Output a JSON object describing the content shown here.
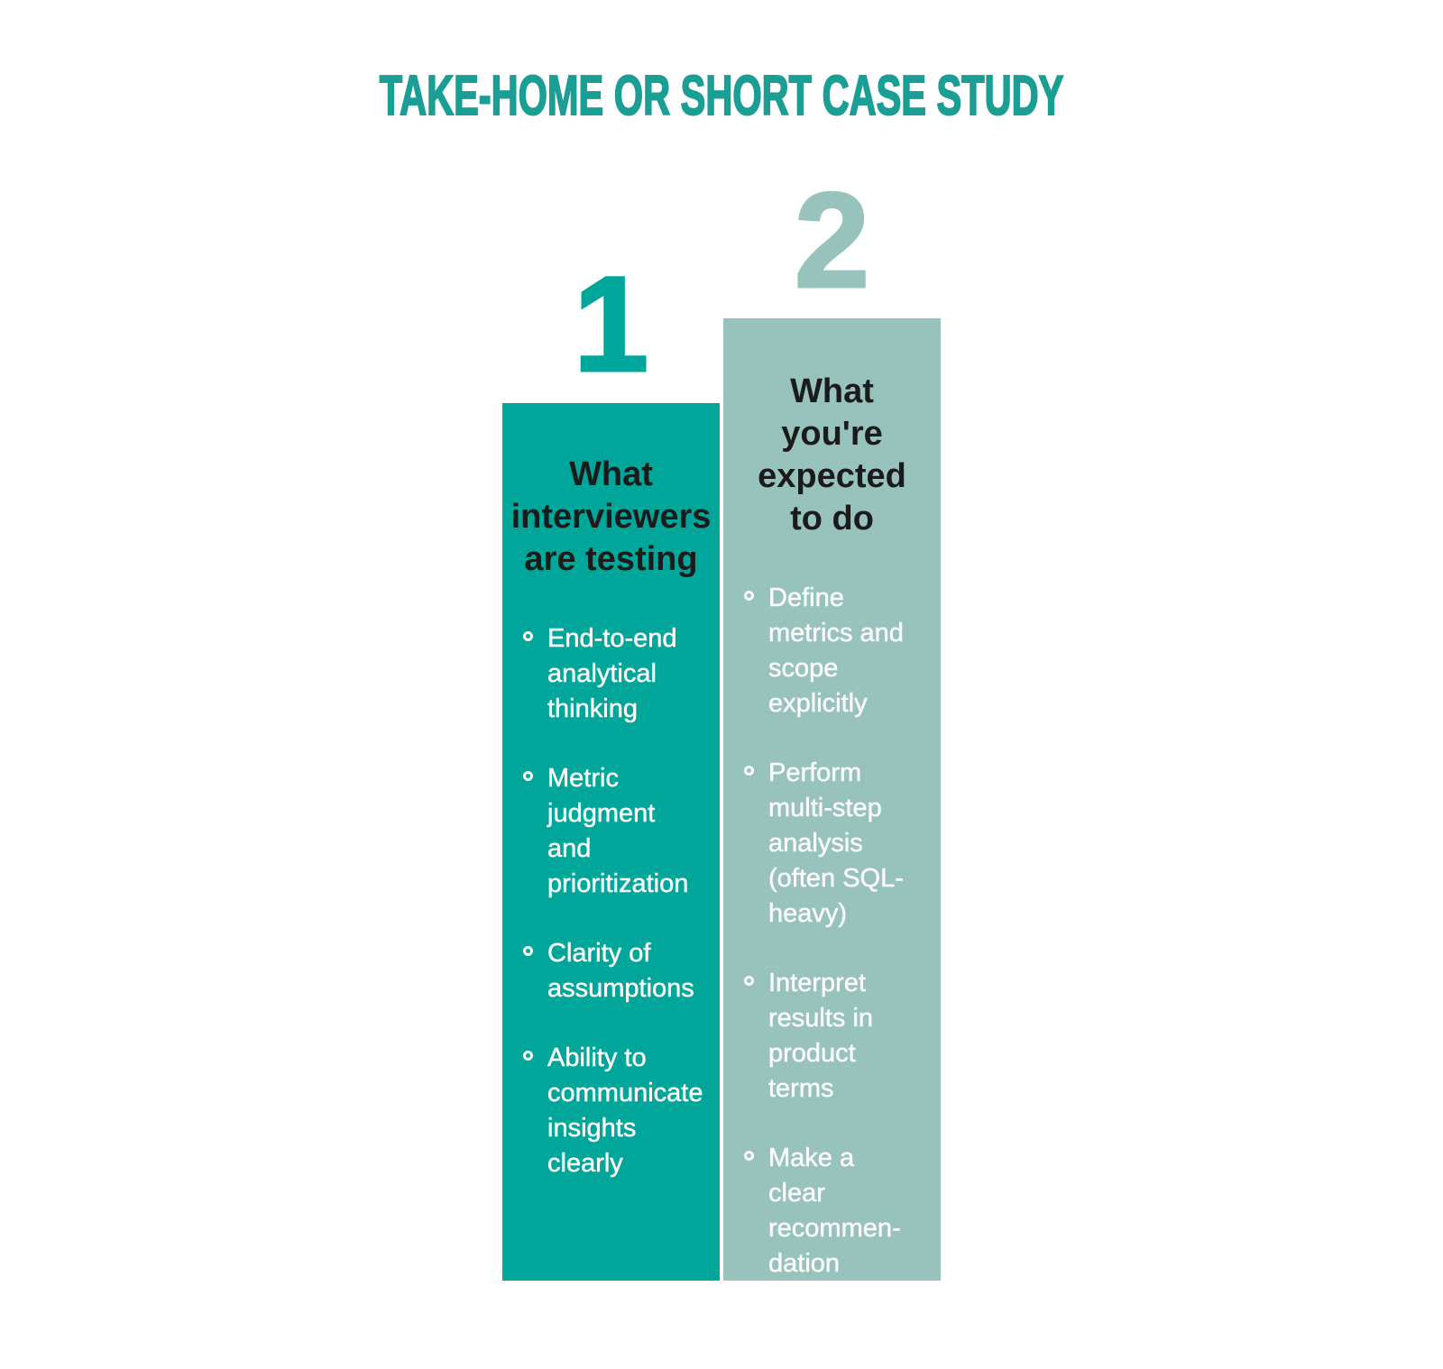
{
  "title": "TAKE-HOME OR SHORT CASE STUDY",
  "colors": {
    "teal": "#00a69a",
    "sage": "#97c3bc",
    "title_teal": "#1b9e94",
    "header_text": "#1b1b1b",
    "bullet_text": "#fbfbfb",
    "background": "#ffffff"
  },
  "columns": [
    {
      "number": "1",
      "header": "What\ninterviewers\nare testing",
      "bullets": [
        "End-to-end\nanalytical\nthinking",
        "Metric\njudgment\nand\nprioritization",
        "Clarity of\nassumptions",
        "Ability to\ncommunicate\ninsights\nclearly"
      ]
    },
    {
      "number": "2",
      "header": "What\nyou're\nexpected\nto do",
      "bullets": [
        "Define\nmetrics and\nscope\nexplicitly",
        "Perform\nmulti-step\nanalysis\n(often SQL-\nheavy)",
        "Interpret\nresults in\nproduct\nterms",
        "Make a\nclear\nrecommen-\ndation"
      ]
    }
  ]
}
